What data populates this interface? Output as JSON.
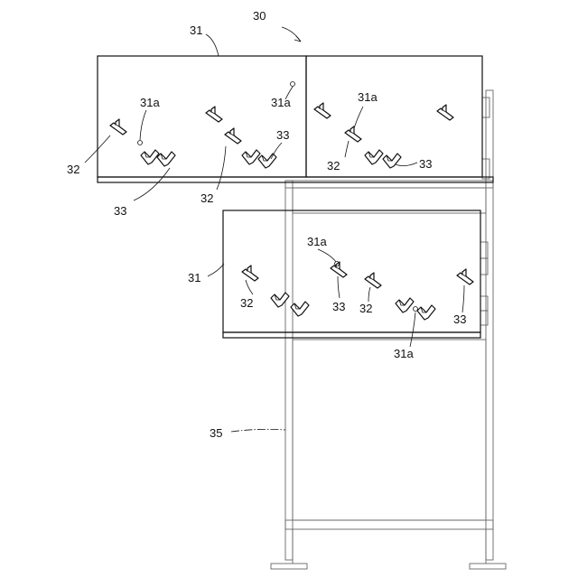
{
  "labels": {
    "assembly": "30",
    "shelf": "31",
    "hole": "31a",
    "first_member": "32",
    "second_member": "33",
    "frame": "35"
  }
}
